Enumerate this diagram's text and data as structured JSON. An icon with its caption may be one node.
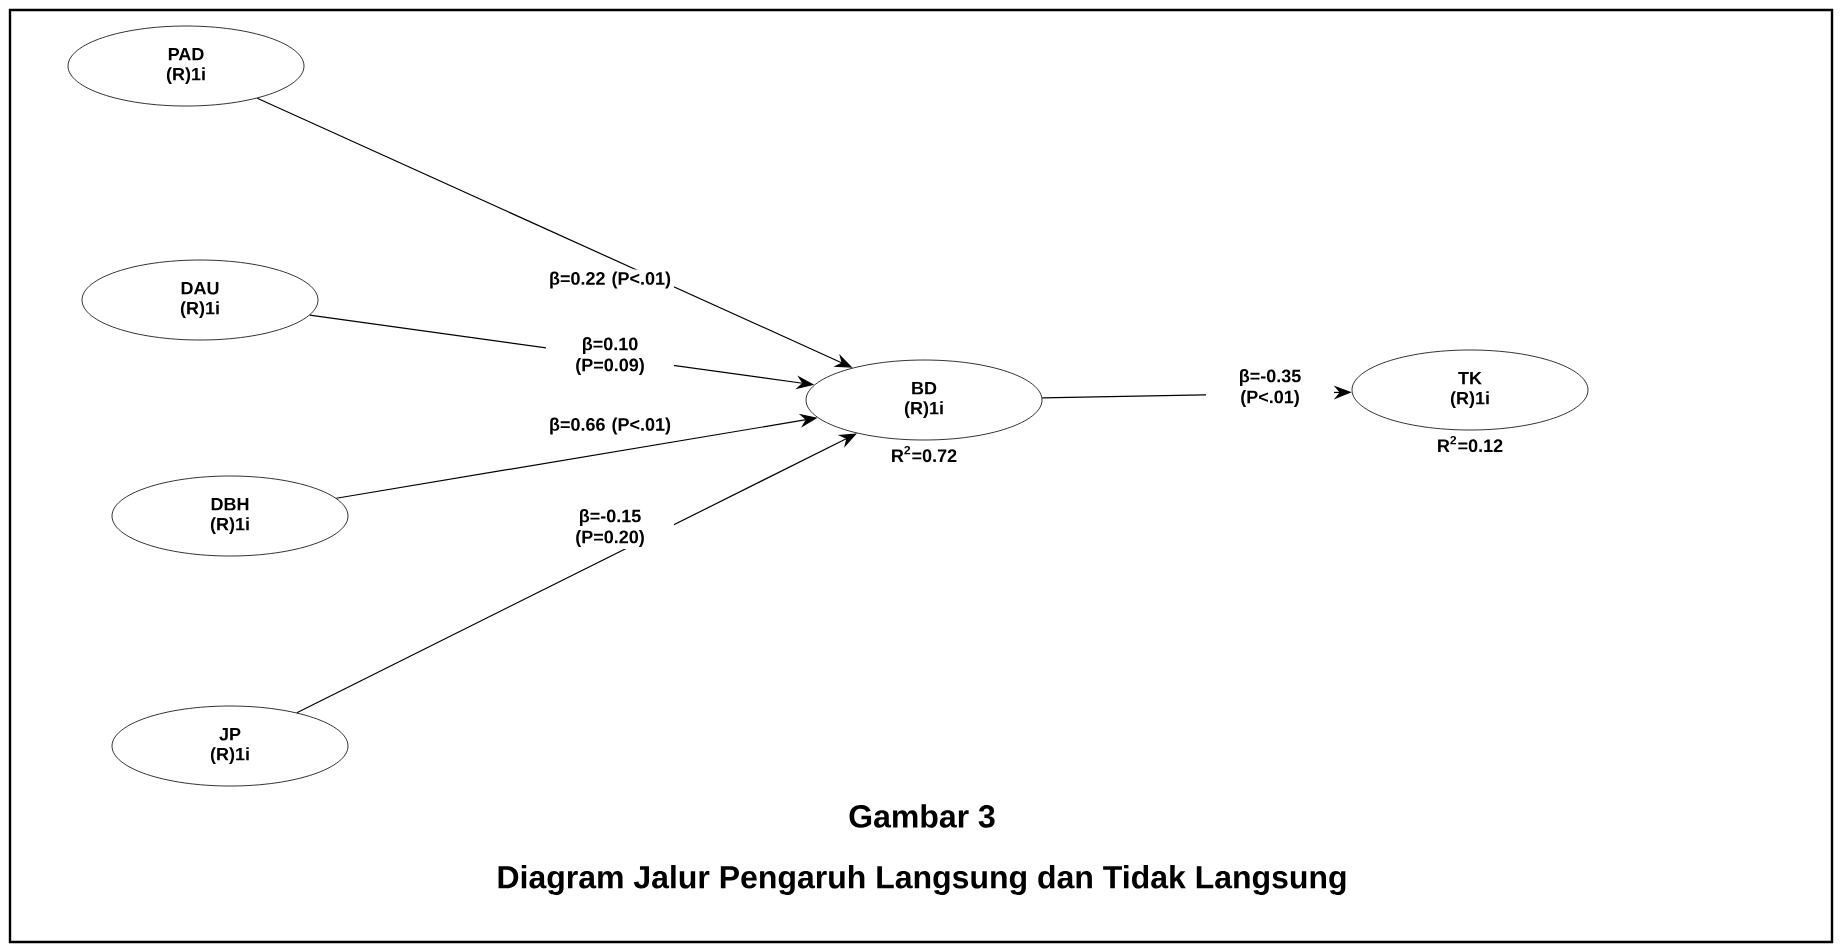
{
  "diagram": {
    "nodes": [
      {
        "text": [
          "PAD",
          "(R)1i"
        ]
      },
      {
        "text": [
          "DAU",
          "(R)1i"
        ]
      },
      {
        "text": [
          "DBH",
          "(R)1i"
        ]
      },
      {
        "text": [
          "JP",
          "(R)1i"
        ]
      },
      {
        "text": [
          "BD",
          "(R)1i"
        ],
        "beside": [
          "R$^{2}$=0.72"
        ]
      },
      {
        "text": [
          "TK",
          "(R)1i"
        ],
        "beside": [
          "R$^{2}$=0.12"
        ]
      }
    ],
    "edges": [
      {
        "from": 0,
        "to": 4,
        "arrow": "to",
        "label": "β=0.22 (P<.01)"
      },
      {
        "from": 1,
        "to": 4,
        "arrow": "to",
        "label": "β=0.10 (P=0.09)"
      },
      {
        "from": 2,
        "to": 4,
        "arrow": "to",
        "label": "β=0.66 (P<.01)"
      },
      {
        "from": 3,
        "to": 4,
        "arrow": "to",
        "label": "β=-0.15 (P=0.20)"
      },
      {
        "from": 4,
        "to": 5,
        "arrow": "to",
        "label": "β=-0.35 (P<.01)"
      }
    ],
    "labels": [
      "Gambar 3",
      "Diagram Jalur Pengaruh Langsung dan Tidak Langsung"
    ]
  }
}
